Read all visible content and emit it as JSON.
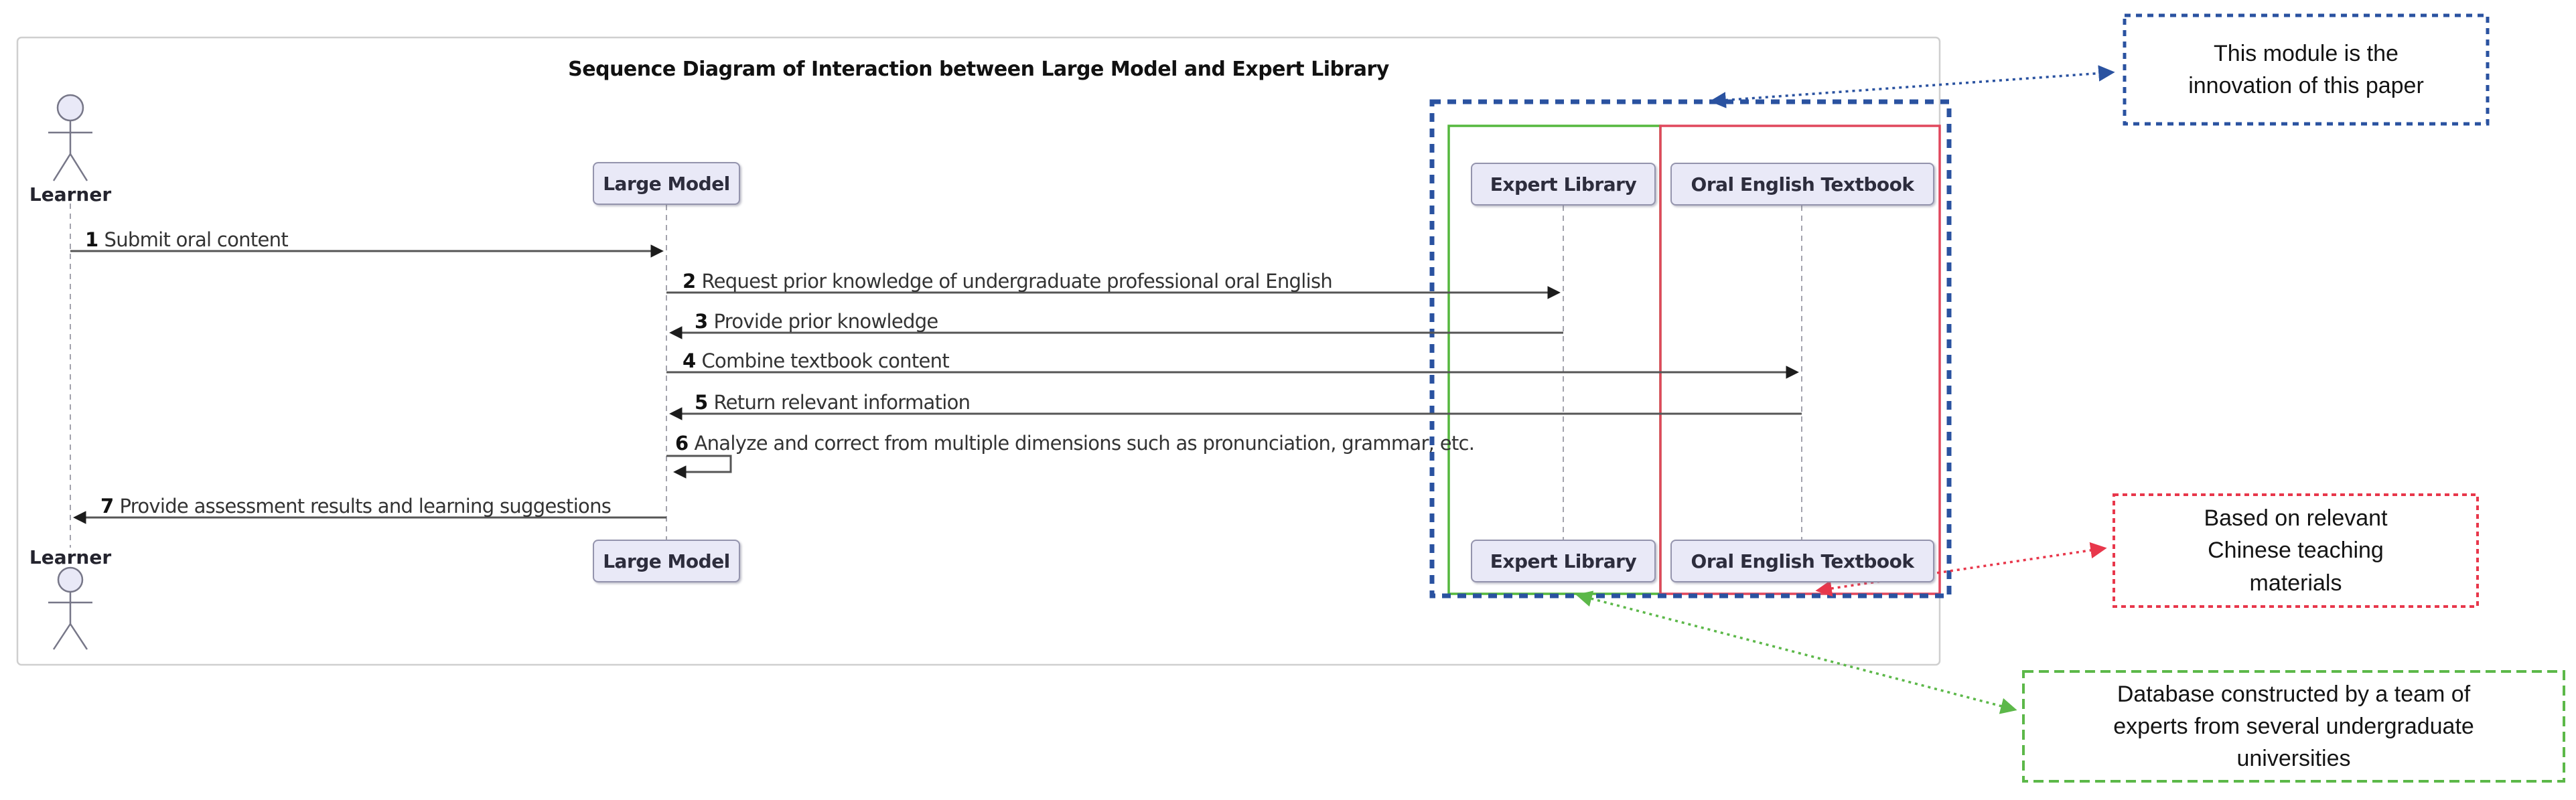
{
  "title": "Sequence Diagram of Interaction between Large Model and Expert Library",
  "actors": {
    "learner": "Learner"
  },
  "participants": {
    "large_model": "Large Model",
    "expert_library": "Expert Library",
    "oral_english_textbook": "Oral English Textbook"
  },
  "messages": [
    {
      "num": "1",
      "text": "Submit oral content"
    },
    {
      "num": "2",
      "text": "Request prior knowledge of undergraduate professional oral English"
    },
    {
      "num": "3",
      "text": "Provide prior knowledge"
    },
    {
      "num": "4",
      "text": "Combine textbook content"
    },
    {
      "num": "5",
      "text": "Return relevant information"
    },
    {
      "num": "6",
      "text": "Analyze and correct from multiple dimensions such as pronunciation, grammar, etc."
    },
    {
      "num": "7",
      "text": "Provide assessment results and learning suggestions"
    }
  ],
  "annotations": {
    "innovation": "This module is the\ninnovation of this paper",
    "materials": "Based on relevant\nChinese teaching\nmaterials",
    "database": "Database constructed by a team of\nexperts from several undergraduate\nuniversities"
  },
  "colors": {
    "annotation_blue": "#2a52a0",
    "annotation_red": "#e8374b",
    "annotation_green": "#5cb849",
    "inner_green_rect": "#55b83e",
    "inner_red_rect": "#e0475c",
    "participant_fill": "#e9e9f7",
    "lifeline_gray": "#a3a3ad",
    "message_line": "#555555"
  }
}
